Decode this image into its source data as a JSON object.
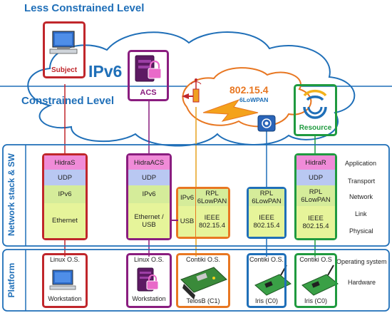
{
  "levels": {
    "upper": "Less Constrained Level",
    "lower": "Constrained Level"
  },
  "cloud": {
    "ipv6": "IPv6",
    "lowpan_std": "802.15.4",
    "lowpan_sub": "6LoWPAN"
  },
  "nodes": {
    "subject": "Subject",
    "acs": "ACS",
    "resource": "Resource"
  },
  "sections": {
    "stack": "Network stack & SW",
    "platform": "Platform"
  },
  "layers": [
    "Application",
    "Transport",
    "Network",
    "Link",
    "Physical"
  ],
  "platform_rows": {
    "os": "Operating system",
    "hw": "Hardware"
  },
  "columns": {
    "subject": {
      "app": "HidraS",
      "transport": "UDP",
      "network": "IPv6",
      "link": "Ethernet",
      "os": "Linux O.S.",
      "hw": "Workstation"
    },
    "acs": {
      "app": "HidraACS",
      "transport": "UDP",
      "network": "IPv6",
      "link": "Ethernet /\nUSB",
      "os": "Linux O.S.",
      "hw": "Workstation"
    },
    "telosb": {
      "network_left": "IPv6",
      "network_right": "RPL\n6LowPAN",
      "link_left": "USB",
      "link_right": "IEEE\n802.15.4",
      "os": "Contiki O.S.",
      "hw": "TelosB (C1)"
    },
    "iris0": {
      "network": "RPL\n6LowPAN",
      "link": "IEEE\n802.15.4",
      "os": "Contiki O.S.",
      "hw": "Iris (C0)"
    },
    "resource": {
      "app": "HidraR",
      "transport": "UDP",
      "network": "RPL\n6LowPAN",
      "link": "IEEE\n802.15.4",
      "os": "Contiki O.S",
      "hw": "Iris (C0)"
    }
  },
  "colors": {
    "blue": "#1f6fb8",
    "red": "#c0262b",
    "purple": "#8a1d7f",
    "green": "#1f9a3f",
    "orange": "#e87722",
    "pink": "#f08bd8",
    "lavender": "#b9c8f2",
    "lightgreen": "#d5ec9a",
    "yellowgreen": "#e6f49a"
  }
}
